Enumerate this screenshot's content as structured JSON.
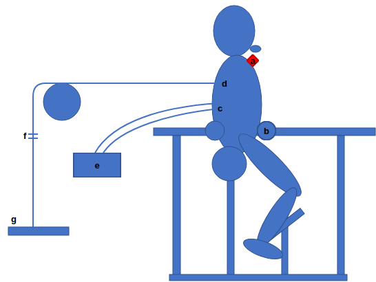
{
  "diagram": {
    "nodes": [
      {
        "text": [
          "a"
        ]
      },
      {
        "text": [
          "b"
        ]
      },
      {
        "text": [
          "e"
        ]
      }
    ],
    "labels": [
      "d",
      "c",
      "f",
      "g"
    ]
  }
}
